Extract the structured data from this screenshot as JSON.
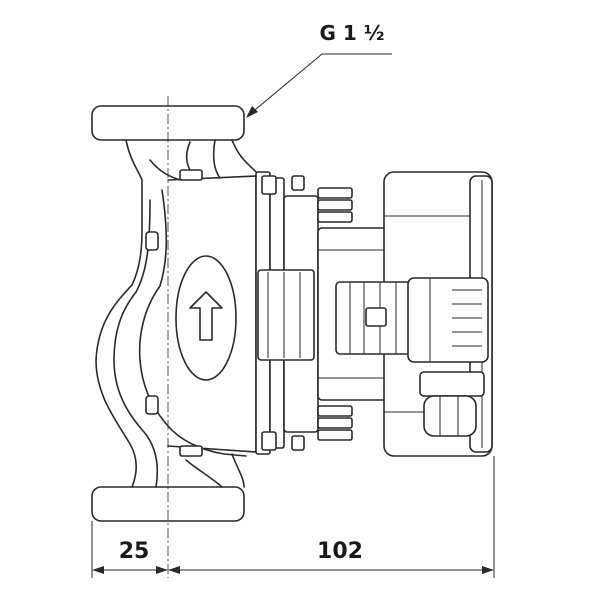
{
  "labels": {
    "thread_size": "G 1 ½",
    "dim_left": "25",
    "dim_right": "102"
  },
  "colors": {
    "line": "#2a2a2a",
    "text": "#1a1a1a",
    "background": "#ffffff"
  },
  "icons": {
    "flow_direction": "arrow-up-icon"
  }
}
